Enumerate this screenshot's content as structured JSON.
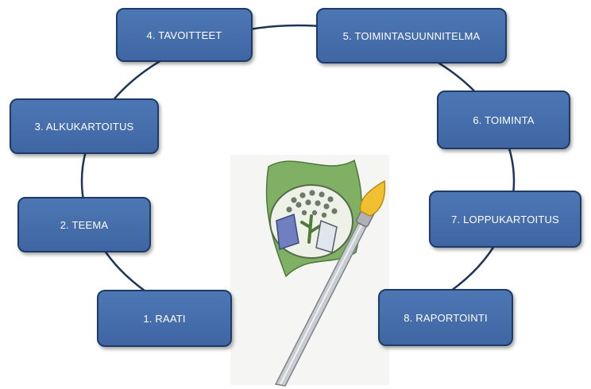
{
  "diagram": {
    "steps": [
      {
        "label": "1. RAATI"
      },
      {
        "label": "2. TEEMA"
      },
      {
        "label": "3. ALKUKARTOITUS"
      },
      {
        "label": "4. TAVOITTEET"
      },
      {
        "label": "5. TOIMINTASUUNNITELMA"
      },
      {
        "label": "6. TOIMINTA"
      },
      {
        "label": "7. LOPPUKARTOITUS"
      },
      {
        "label": "8. RAPORTOINTI"
      }
    ],
    "colors": {
      "box_fill": "#4d77b4",
      "box_border": "#1e3a66",
      "ring": "#1f3558",
      "flag_green": "#7fb063",
      "flag_inner": "#eef1e8",
      "book_blue": "#6f7fc0",
      "brush_handle": "#c9ccd0",
      "brush_tip": "#f0c030"
    }
  }
}
